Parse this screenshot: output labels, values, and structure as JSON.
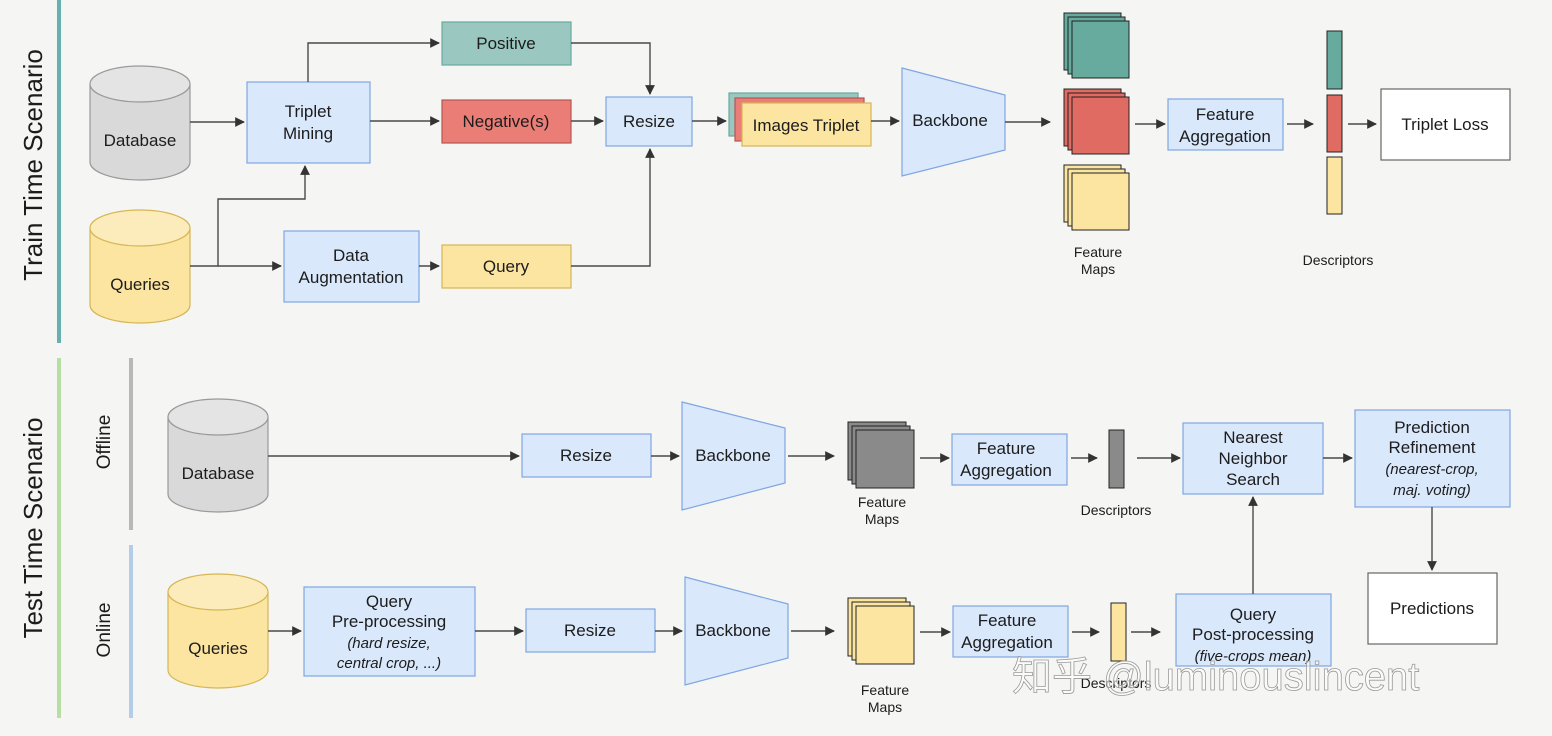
{
  "train": {
    "title": "Train Time Scenario",
    "database": "Database",
    "queries": "Queries",
    "triplet_mining": [
      "Triplet",
      "Mining"
    ],
    "data_augmentation": [
      "Data",
      "Augmentation"
    ],
    "positive": "Positive",
    "negatives": "Negative(s)",
    "query": "Query",
    "resize": "Resize",
    "images_triplet": "Images Triplet",
    "backbone": "Backbone",
    "feature_maps": [
      "Feature",
      "Maps"
    ],
    "feature_aggregation": [
      "Feature",
      "Aggregation"
    ],
    "descriptors": "Descriptors",
    "triplet_loss": "Triplet Loss"
  },
  "test": {
    "title": "Test Time Scenario",
    "offline": {
      "label": "Offline",
      "database": "Database",
      "resize": "Resize",
      "backbone": "Backbone",
      "feature_maps": [
        "Feature",
        "Maps"
      ],
      "feature_aggregation": [
        "Feature",
        "Aggregation"
      ],
      "descriptors": "Descriptors"
    },
    "online": {
      "label": "Online",
      "queries": "Queries",
      "query_preprocessing": [
        "Query",
        "Pre-processing"
      ],
      "query_preprocessing_note": [
        "(hard resize,",
        "central crop, ...)"
      ],
      "resize": "Resize",
      "backbone": "Backbone",
      "feature_maps": [
        "Feature",
        "Maps"
      ],
      "feature_aggregation": [
        "Feature",
        "Aggregation"
      ],
      "descriptors": "Descriptors",
      "query_postprocessing": [
        "Query",
        "Post-processing"
      ],
      "query_postprocessing_note": "(five-crops mean)"
    },
    "nearest_neighbor_search": [
      "Nearest",
      "Neighbor",
      "Search"
    ],
    "prediction_refinement": [
      "Prediction",
      "Refinement"
    ],
    "prediction_refinement_note": [
      "(nearest-crop,",
      "maj. voting)"
    ],
    "predictions": "Predictions"
  },
  "watermark": "知乎 @luminouslincent",
  "colors": {
    "blue_fill": "#dae8fc",
    "blue_stroke": "#7ea6e0",
    "green": "#67ab9f",
    "red": "#e06b62",
    "yellow": "#fce5a0",
    "gray": "#8a8a8a",
    "database_gray": "#d9d9d9",
    "train_bar": "#67b0b0",
    "test_bar": "#b7dfa4",
    "offline_bar": "#b8b8b8",
    "online_bar": "#b3cde8"
  }
}
